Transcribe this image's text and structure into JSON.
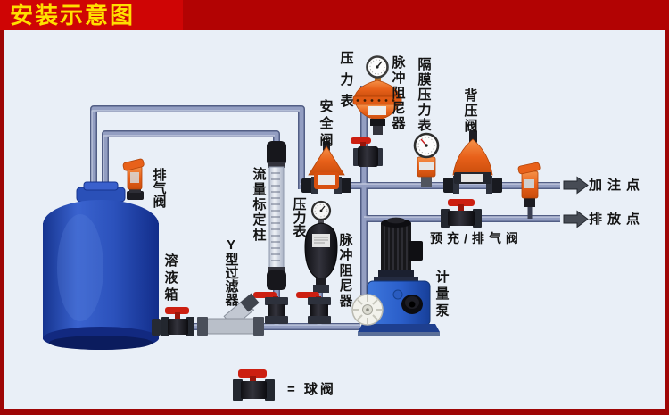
{
  "title": {
    "text": "安装示意图"
  },
  "labels": {
    "pressure_gauge_top": "压力表",
    "pulse_damper_top": "脉冲阻尼器",
    "diaphragm_pressure_gauge": "隔膜压力表",
    "back_pressure_valve": "背压阀",
    "safety_valve": "安全阀",
    "vent_valve": "排气阀",
    "flow_calibration_column": "流量标定柱",
    "pressure_gauge_mid": "压力表",
    "pulse_damper_mid": "脉冲阻尼器",
    "solution_tank": "溶液箱",
    "y_strainer": "Y型过滤器",
    "metering_pump": "计量泵",
    "prefill_vent_valve": "预充/排气阀",
    "filling_point": "加注点",
    "drain_point": "排放点",
    "legend": "=  球阀"
  },
  "colors": {
    "banner_red": "#cf0505",
    "frame_red": "#9e0606",
    "title_yellow": "#ffdf00",
    "background": "#e9eff7",
    "pipe_blue_gray": "#8f9ac0",
    "component_orange": "#e8611a",
    "valve_handle_red": "#cc1f11",
    "tank_blue": "#2b51bb",
    "pump_blue": "#2f6fd0",
    "dark_fitting": "#22262f"
  }
}
